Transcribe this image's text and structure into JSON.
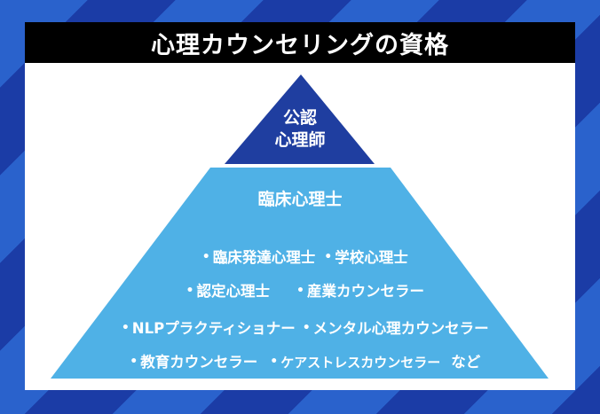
{
  "title": "心理カウンセリングの資格",
  "colors": {
    "background_stripe_light": "#2a62cc",
    "background_stripe_dark": "#1b3ca6",
    "panel": "#ffffff",
    "title_bar": "#000000",
    "pyramid_top": "#1f3ea0",
    "pyramid_base": "#4fb1e6",
    "text": "#ffffff"
  },
  "pyramid": {
    "top_tier": {
      "label_line1": "公認",
      "label_line2": "心理師"
    },
    "base_tier": {
      "heading": "臨床心理士",
      "bullet": "•",
      "rows": [
        [
          "臨床発達心理士",
          "学校心理士"
        ],
        [
          "認定心理士",
          "産業カウンセラー"
        ],
        [
          "NLPプラクティショナー",
          "メンタル心理カウンセラー"
        ],
        [
          "教育カウンセラー",
          "ケアストレスカウンセラー"
        ]
      ],
      "suffix": "など"
    }
  }
}
